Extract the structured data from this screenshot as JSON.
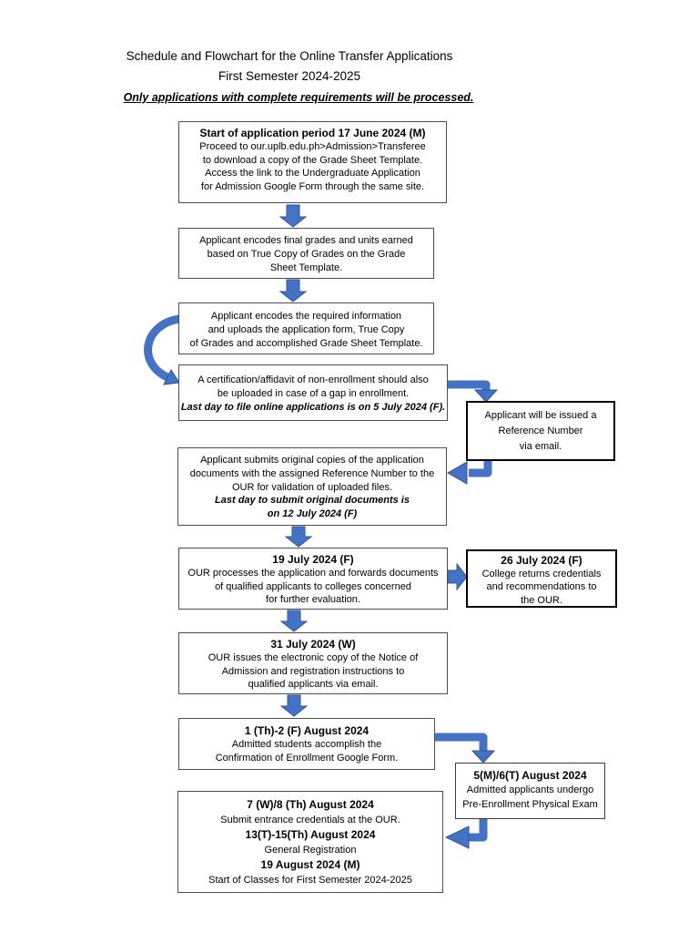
{
  "header": {
    "title_line1": "Schedule and Flowchart for the Online Transfer Applications",
    "title_line2": "First Semester 2024-2025",
    "notice": "Only applications with complete requirements will be processed."
  },
  "flow": {
    "start": {
      "title": "Start of application period 17 June 2024 (M)",
      "body": [
        "Proceed to our.uplb.edu.ph>Admission>Transferee",
        "to download a copy of the Grade Sheet Template.",
        "Access the link to the Undergraduate Application",
        "for Admission Google Form through the same site."
      ]
    },
    "encode_grades": {
      "body": [
        "Applicant encodes final grades and units earned",
        "based on True Copy of Grades on the Grade",
        "Sheet Template."
      ]
    },
    "encode_info": {
      "body": [
        "Applicant encodes the required information",
        "and uploads the application form, True Copy",
        "of Grades and accomplished Grade Sheet Template."
      ]
    },
    "certification": {
      "body": [
        "A certification/affidavit of non-enrollment should also",
        "be uploaded in case of a gap in enrollment."
      ],
      "deadline": "Last day to file online applications is on 5 July 2024 (F)."
    },
    "reference_number": {
      "body": [
        "Applicant will be issued a",
        "Reference Number",
        "via email."
      ]
    },
    "submit_originals": {
      "body": [
        "Applicant submits original copies of the application",
        "documents with the assigned Reference Number to the",
        "OUR for validation of uploaded files."
      ],
      "deadline": [
        "Last day to submit original documents is",
        "on 12 July 2024 (F)"
      ]
    },
    "our_processes": {
      "title": "19 July 2024 (F)",
      "body": [
        "OUR processes the application and forwards documents",
        "of qualified applicants to colleges concerned",
        "for further evaluation."
      ]
    },
    "college_returns": {
      "title": "26 July 2024 (F)",
      "body": [
        "College returns credentials",
        "and recommendations to",
        "the OUR."
      ]
    },
    "notice_of_admission": {
      "title": "31 July 2024 (W)",
      "body": [
        "OUR issues the electronic copy of the Notice of",
        "Admission and registration instructions to",
        "qualified applicants via email."
      ]
    },
    "confirmation": {
      "title": "1 (Th)-2 (F) August 2024",
      "body": [
        "Admitted students accomplish the",
        "Confirmation of Enrollment Google Form."
      ]
    },
    "physical_exam": {
      "title": "5(M)/6(T) August 2024",
      "body": [
        "Admitted applicants undergo",
        "Pre-Enrollment Physical Exam"
      ]
    },
    "final_schedule": {
      "items": [
        {
          "date": "7 (W)/8 (Th) August 2024",
          "desc": "Submit entrance credentials at the OUR."
        },
        {
          "date": "13(T)-15(Th) August 2024",
          "desc": "General Registration"
        },
        {
          "date": "19 August 2024 (M)",
          "desc": "Start of Classes for First Semester 2024-2025"
        }
      ]
    }
  },
  "colors": {
    "arrow_fill": "#4472C4",
    "arrow_outline": "#2F5597",
    "box_border": "#4d4d4d",
    "emphasis_border": "#000000",
    "page_background": "#ffffff"
  }
}
